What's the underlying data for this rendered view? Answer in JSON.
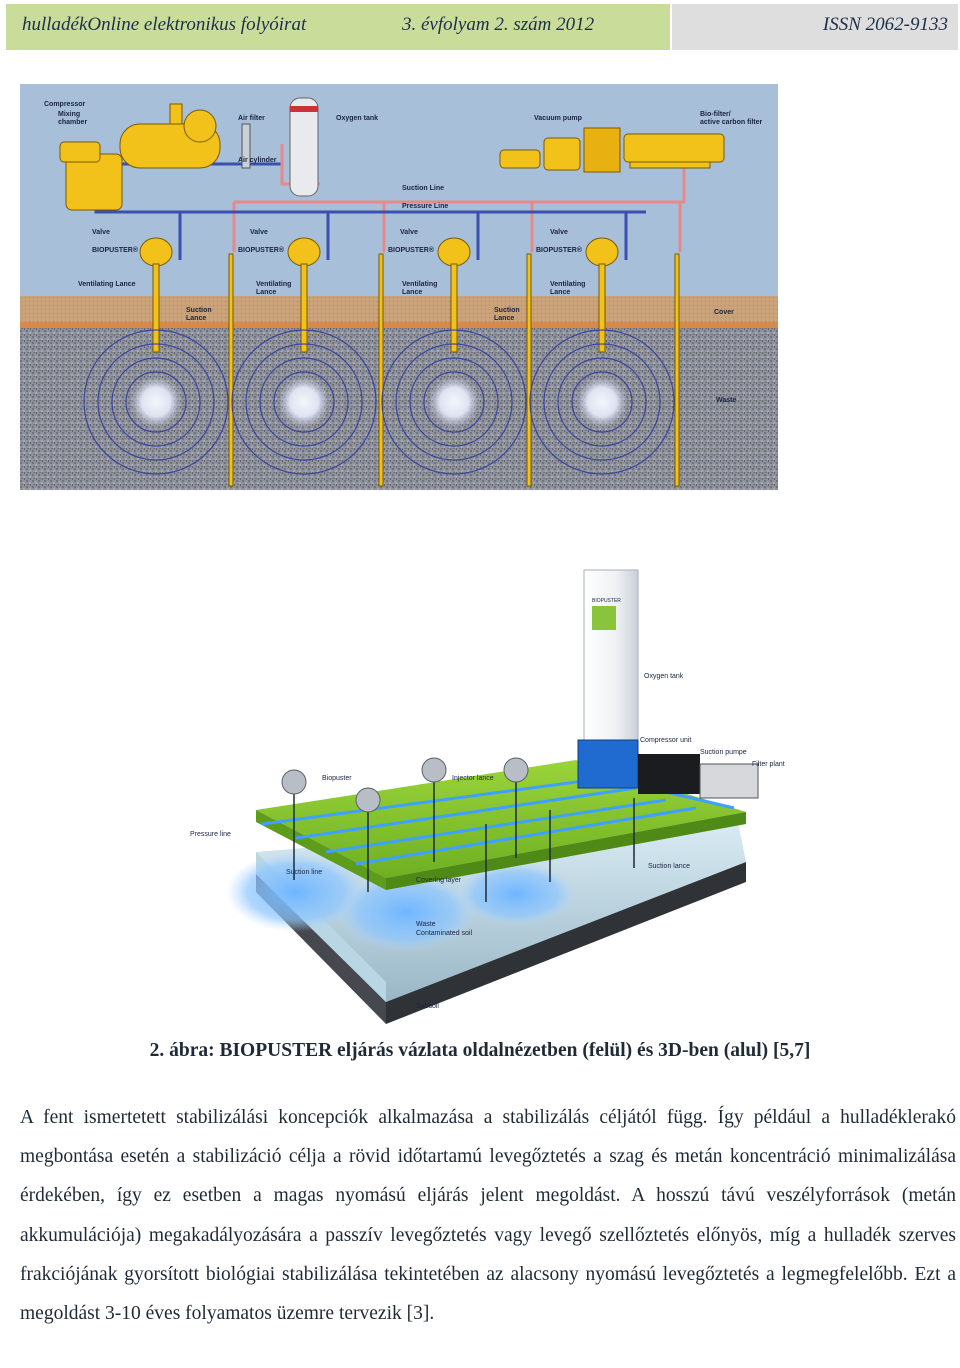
{
  "header": {
    "journal": "hulladékOnline elektronikus folyóirat",
    "issue": "3. évfolyam 2. szám 2012",
    "issn": "ISSN 2062-9133"
  },
  "figure_top": {
    "labels": {
      "compressor": "Compressor",
      "mixing_chamber_1": "Mixing",
      "mixing_chamber_2": "chamber",
      "air_filter": "Air filter",
      "air_cylinder": "Air cylinder",
      "oxygen_tank": "Oxygen tank",
      "vacuum_pump": "Vacuum pump",
      "bio_filter_1": "Bio-filter/",
      "bio_filter_2": "active carbon filter",
      "suction_line": "Suction Line",
      "pressure_line": "Pressure Line",
      "valve": "Valve",
      "biopuster": "BIOPUSTER®",
      "ventilating_lance": "Ventilating Lance",
      "ventilating_1": "Ventilating",
      "lance": "Lance",
      "suction_1": "Suction",
      "cover": "Cover",
      "waste": "Waste"
    }
  },
  "figure_bottom": {
    "labels": {
      "brand": "BIOPUSTER",
      "oxygen_tank": "Oxygen tank",
      "compressor_unit": "Compressor unit",
      "suction_pumpe": "Suction pumpe",
      "filter_plant": "Filter plant",
      "biopuster": "Biopuster",
      "injector_lance": "Injector lance",
      "pressure_line": "Pressure line",
      "suction_line": "Suction line",
      "covering_layer": "Covering layer",
      "suction_lance": "Suction lance",
      "waste": "Waste",
      "contaminated_soil": "Contaminated soil",
      "subsoil": "Subsoil"
    }
  },
  "caption": "2. ábra: BIOPUSTER eljárás vázlata oldalnézetben (felül) és 3D-ben (alul) [5,7]",
  "body": "A fent ismertetett stabilizálási koncepciók alkalmazása a stabilizálás céljától függ. Így például a hulladéklerakó megbontása esetén a stabilizáció célja a rövid időtartamú levegőztetés a szag és metán koncentráció minimalizálása érdekében, így ez esetben a magas nyomású eljárás jelent megoldást. A hosszú távú veszélyforrások (metán akkumulációja) megakadályozására a passzív levegőztetés vagy levegő szellőztetés előnyös, míg a hulladék szerves frakciójának gyorsított biológiai stabilizálása tekintetében az alacsony nyomású levegőztetés a legmegfelelőbb. Ezt a megoldást 3-10 éves folyamatos üzemre tervezik [3]."
}
